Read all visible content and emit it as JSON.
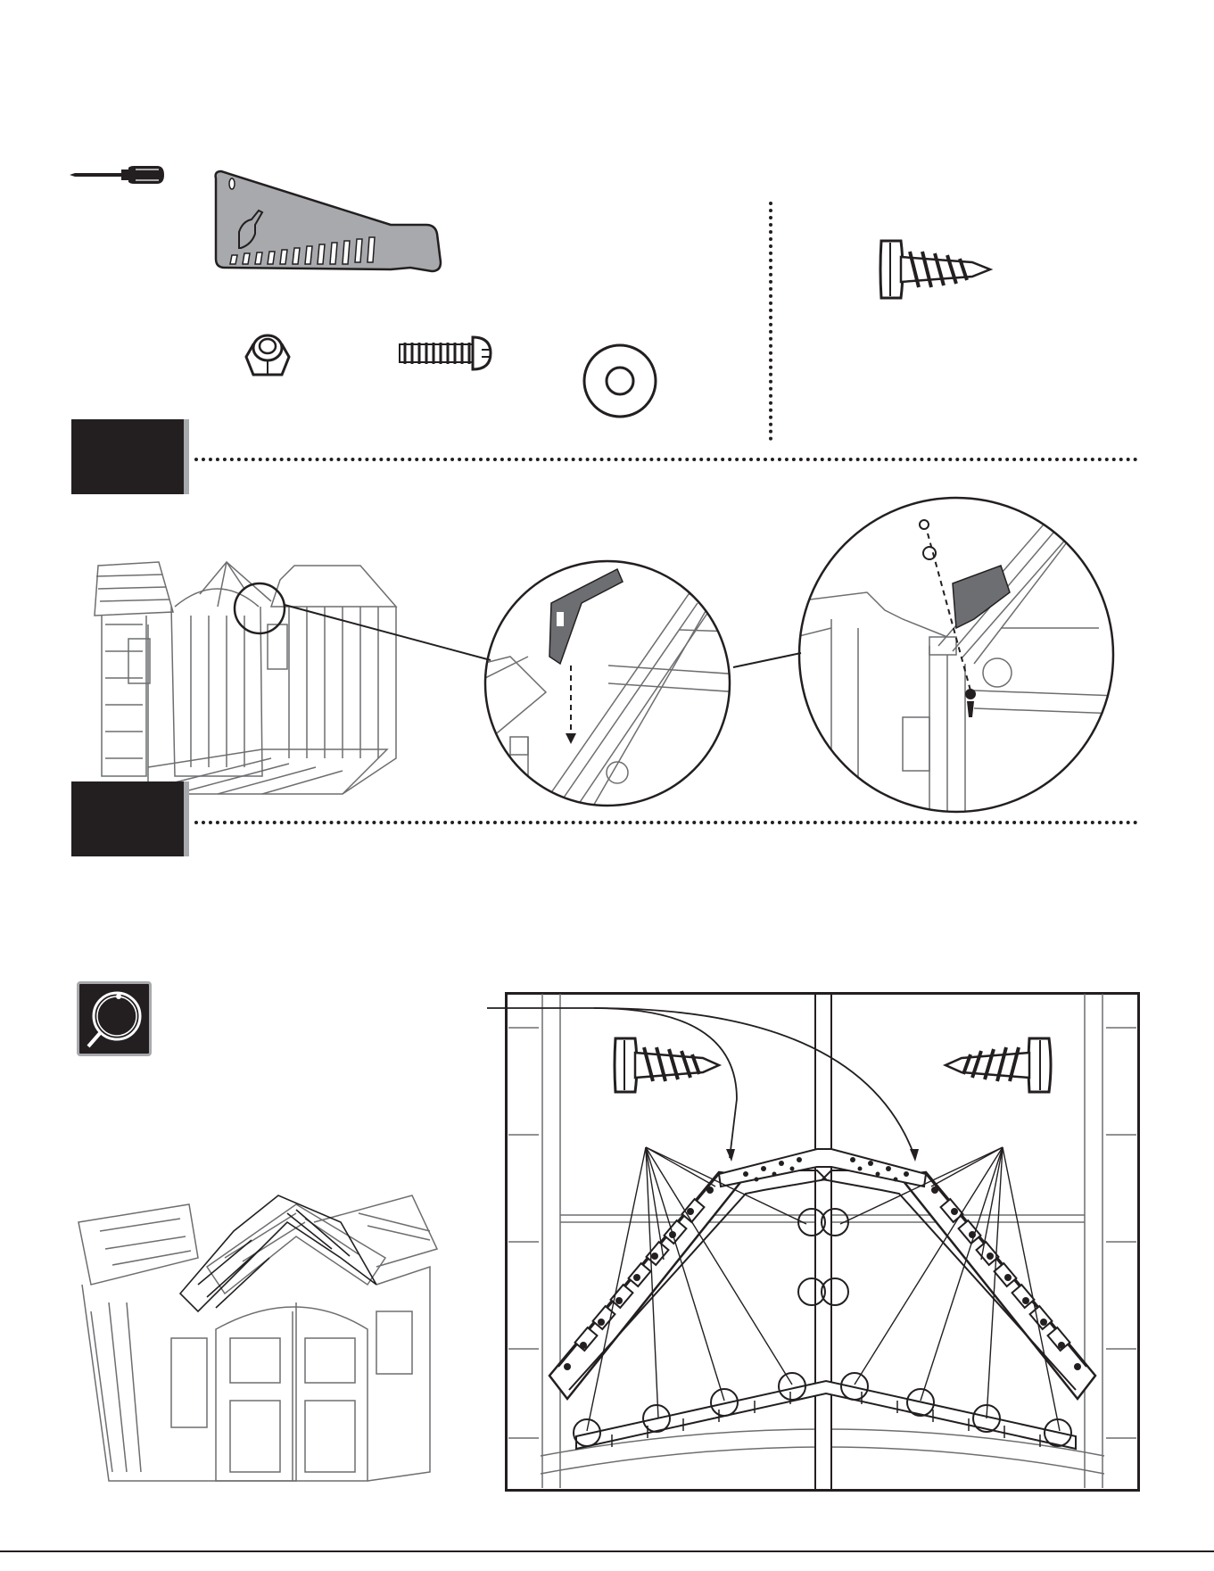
{
  "page": {
    "background": "#ffffff",
    "ink": "#231f20",
    "gray": "#a7a9ac"
  },
  "parts": {
    "top_left": [
      "screwdriver-icon",
      "gusset-bracket",
      "lock-nut",
      "machine-bolt",
      "flat-washer"
    ],
    "top_right": [
      "wood-screw"
    ]
  },
  "steps": [
    {
      "id": "step-a",
      "label": ""
    },
    {
      "id": "step-b",
      "label": ""
    }
  ],
  "detail": {
    "icon": "magnifier-icon"
  }
}
